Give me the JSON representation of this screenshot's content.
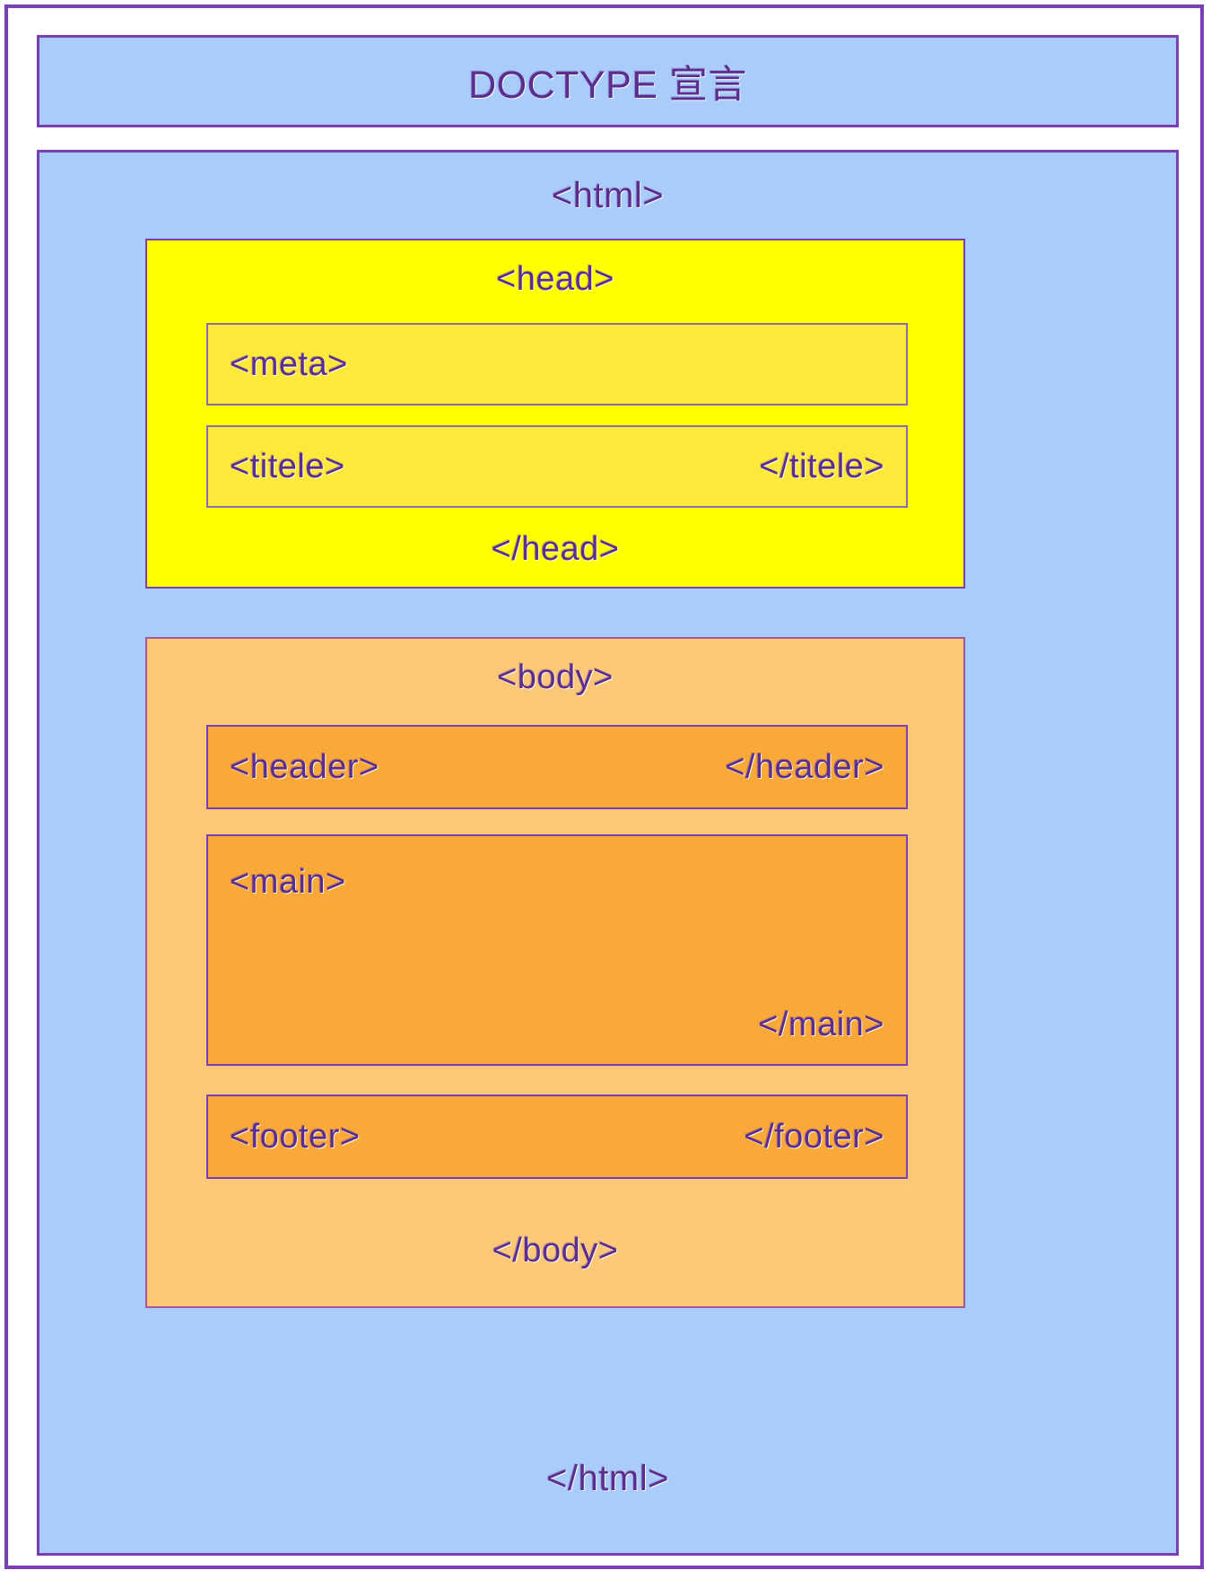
{
  "diagram": {
    "doctype": {
      "label": "DOCTYPE 宣言"
    },
    "html": {
      "open": "<html>",
      "close": "</html>",
      "head": {
        "open": "<head>",
        "close": "</head>",
        "children": [
          {
            "name": "meta",
            "open": "<meta>",
            "close": ""
          },
          {
            "name": "titele",
            "open": "<titele>",
            "close": "</titele>"
          }
        ]
      },
      "body": {
        "open": "<body>",
        "close": "</body>",
        "children": [
          {
            "name": "header",
            "open": "<header>",
            "close": "</header>"
          },
          {
            "name": "main",
            "open": "<main>",
            "close": "</main>"
          },
          {
            "name": "footer",
            "open": "<footer>",
            "close": "</footer>"
          }
        ]
      }
    }
  },
  "colors": {
    "frame_border": "#7b3fb5",
    "text": "#5b2d8e",
    "doctype_fill": "#aaccfa",
    "html_fill": "#aaccfa",
    "head_fill": "#ffff00",
    "head_child_fill": "#fce93b",
    "body_fill": "#fbc877",
    "body_child_fill": "#f9a93a",
    "page_background": "#ffffff"
  }
}
